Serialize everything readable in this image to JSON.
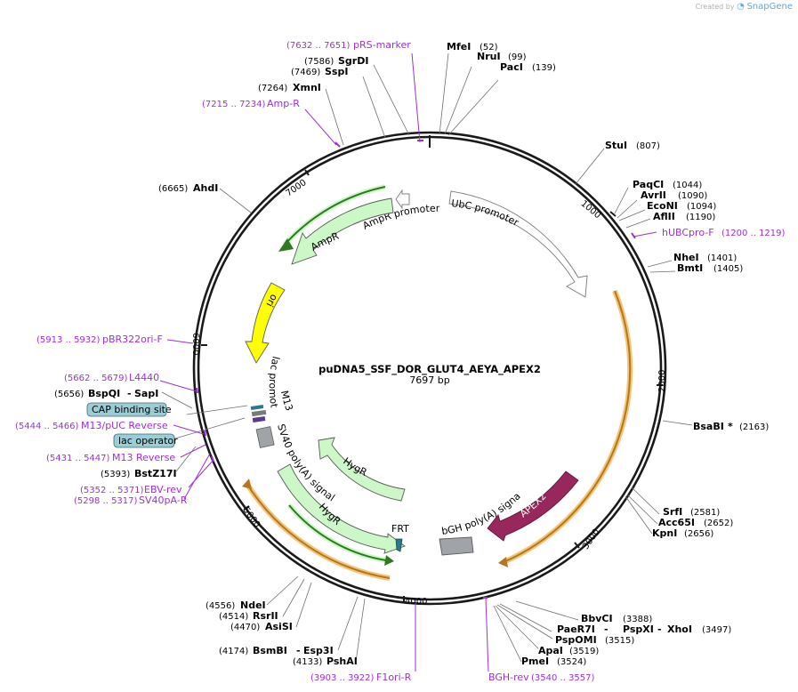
{
  "credit": {
    "prefix": "Created by",
    "brand": "SnapGene"
  },
  "plasmid": {
    "name": "puDNA5_SSF_DOR_GLUT4_AEYA_APEX2",
    "length_label": "7697 bp"
  },
  "ticks": [
    "1000",
    "2000",
    "3000",
    "4000",
    "5000",
    "6000",
    "7000"
  ],
  "enzymes": [
    {
      "name": "MfeI",
      "pos": "(52)"
    },
    {
      "name": "NruI",
      "pos": "(99)"
    },
    {
      "name": "PacI",
      "pos": "(139)"
    },
    {
      "name": "StuI",
      "pos": "(807)"
    },
    {
      "name": "PaqCI",
      "pos": "(1044)"
    },
    {
      "name": "AvrII",
      "pos": "(1090)"
    },
    {
      "name": "EcoNI",
      "pos": "(1094)"
    },
    {
      "name": "AflII",
      "pos": "(1190)"
    },
    {
      "name": "NheI",
      "pos": "(1401)"
    },
    {
      "name": "BmtI",
      "pos": "(1405)"
    },
    {
      "name": "BsaBI",
      "star": "*",
      "pos": "(2163)"
    },
    {
      "name": "SrfI",
      "pos": "(2581)"
    },
    {
      "name": "Acc65I",
      "pos": "(2652)"
    },
    {
      "name": "KpnI",
      "pos": "(2656)"
    },
    {
      "name": "BbvCI",
      "pos": "(3388)"
    },
    {
      "name": "PaeR7I",
      "sep": "-",
      "name2": "PspXI",
      "sep2": "-",
      "name3": "XhoI",
      "pos": "(3497)"
    },
    {
      "name": "PspOMI",
      "pos": "(3515)"
    },
    {
      "name": "ApaI",
      "pos": "(3519)"
    },
    {
      "name": "PmeI",
      "pos": "(3524)"
    },
    {
      "name": "NdeI",
      "pos": "(4556)"
    },
    {
      "name": "RsrII",
      "pos": "(4514)"
    },
    {
      "name": "AsiSI",
      "pos": "(4470)"
    },
    {
      "name": "BsmBI",
      "sep": "-",
      "name2": "Esp3I",
      "pos": "(4174)"
    },
    {
      "name": "PshAI",
      "pos": "(4133)"
    },
    {
      "name": "BstZ17I",
      "pos": "(5393)"
    },
    {
      "name": "BspQI",
      "sep": "-",
      "name2": "SapI",
      "pos": "(5656)"
    },
    {
      "name": "AhdI",
      "pos": "(6665)"
    },
    {
      "name": "XmnI",
      "pos": "(7264)"
    },
    {
      "name": "SspI",
      "pos": "(7469)"
    },
    {
      "name": "SgrDI",
      "pos": "(7586)"
    }
  ],
  "primers": [
    {
      "name": "pRS-marker",
      "range": "(7632 .. 7651)"
    },
    {
      "name": "Amp-R",
      "range": "(7215 .. 7234)"
    },
    {
      "name": "hUBCpro-F",
      "range": "(1200 .. 1219)"
    },
    {
      "name": "pBR322ori-F",
      "range": "(5913 .. 5932)"
    },
    {
      "name": "L4440",
      "range": "(5662 .. 5679)"
    },
    {
      "name": "M13/pUC Reverse",
      "range": "(5444 .. 5466)"
    },
    {
      "name": "M13 Reverse",
      "range": "(5431 .. 5447)"
    },
    {
      "name": "EBV-rev",
      "range": "(5352 .. 5371)"
    },
    {
      "name": "SV40pA-R",
      "range": "(5298 .. 5317)"
    },
    {
      "name": "F1ori-R",
      "range": "(3903 .. 3922)"
    },
    {
      "name": "BGH-rev",
      "range": "(3540 .. 3557)"
    }
  ],
  "boxed_features": [
    {
      "name": "CAP binding site"
    },
    {
      "name": "lac operator"
    }
  ],
  "features": [
    {
      "name": "UbC promoter"
    },
    {
      "name": "AmpR promoter"
    },
    {
      "name": "AmpR"
    },
    {
      "name": "ori"
    },
    {
      "name": "lac promoter"
    },
    {
      "name": "M13 rev"
    },
    {
      "name": "SV40 poly(A) signal"
    },
    {
      "name": "HygR"
    },
    {
      "name": "HygR"
    },
    {
      "name": "FRT"
    },
    {
      "name": "bGH poly(A) signal"
    },
    {
      "name": "APEX2"
    }
  ],
  "colors": {
    "backbone": "#1a1a1a",
    "primer": "#9b30d9",
    "marker_fill": "#ccf7c6",
    "marker_stroke": "#2f7a20",
    "ori_fill": "#ffff00",
    "apex_fill": "#98275d",
    "orf_highlight": "#f5c476",
    "orf_line": "#b5761e",
    "terminator": "#a0a4a8",
    "box_fill": "#9ccdd5",
    "frt": "#2a7a8a"
  }
}
